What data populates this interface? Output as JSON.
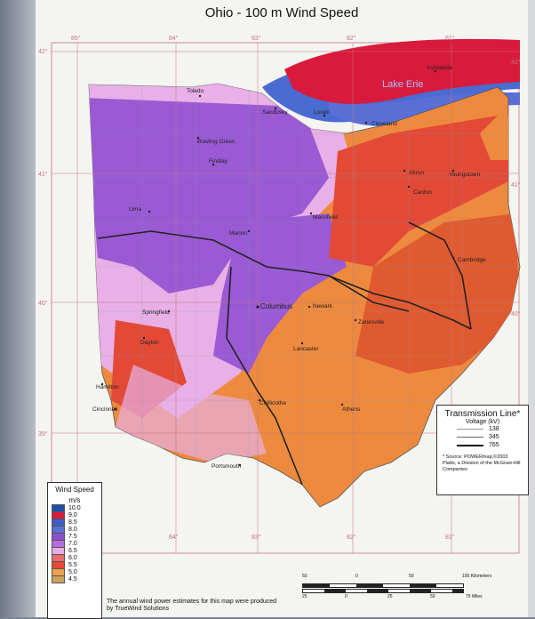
{
  "title": "Ohio - 100 m Wind Speed",
  "longitudes": [
    "85°",
    "84°",
    "83°",
    "82°",
    "81°"
  ],
  "bottom_longitudes": [
    "84°",
    "83°",
    "82°",
    "81°"
  ],
  "latitudes": [
    "42°",
    "41°",
    "41°",
    "40°",
    "40°",
    "39°"
  ],
  "lake_label": "Lake Erie",
  "cities": [
    "Toledo",
    "Ashtabula",
    "Sandusky",
    "Lorain",
    "Cleveland",
    "Bowling Green",
    "Findlay",
    "Akron",
    "Youngstown",
    "Lima",
    "Canton",
    "Mansfield",
    "Marion",
    "Cambridge",
    "Columbus",
    "Newark",
    "Zanesville",
    "Springfield",
    "Dayton",
    "Lancaster",
    "Hamilton",
    "Cincinnati",
    "Chillicothe",
    "Athens",
    "Portsmouth"
  ],
  "legend": {
    "title": "Wind Speed",
    "unit": "m/s",
    "items": [
      {
        "value": "10.0",
        "color": "#1e4fa8"
      },
      {
        "value": "9.0",
        "color": "#d81a3c"
      },
      {
        "value": "8.5",
        "color": "#3c5ec4"
      },
      {
        "value": "8.0",
        "color": "#5a6fd6"
      },
      {
        "value": "7.5",
        "color": "#8a52c8"
      },
      {
        "value": "7.0",
        "color": "#b66ce0"
      },
      {
        "value": "6.5",
        "color": "#e7aee6"
      },
      {
        "value": "6.0",
        "color": "#ef6a6a"
      },
      {
        "value": "5.5",
        "color": "#e84a36"
      },
      {
        "value": "5.0",
        "color": "#f0a04a"
      },
      {
        "value": "4.5",
        "color": "#caa05a"
      }
    ]
  },
  "transmission": {
    "title": "Transmission Line*",
    "subtitle": "Voltage (kV)",
    "rows": [
      "138",
      "345",
      "765"
    ],
    "source": "* Source: POWERmap,©2003 Platts, a Division of the McGraw-Hill Companies"
  },
  "note": "The annual wind power estimates for this map were produced by TrueWind Solutions",
  "scale": {
    "km_ticks": [
      "50",
      "0",
      "50",
      "100 Kilometers"
    ],
    "mi_ticks": [
      "25",
      "0",
      "25",
      "50",
      "75 Miles"
    ]
  },
  "colors": {
    "lake": "#4a6bd2",
    "deep_red": "#d81a3c",
    "purple": "#9a5ad4",
    "pink": "#e8b0e6",
    "orange": "#ee8a3e",
    "red": "#e24a36",
    "road": "#8a8fb0"
  }
}
